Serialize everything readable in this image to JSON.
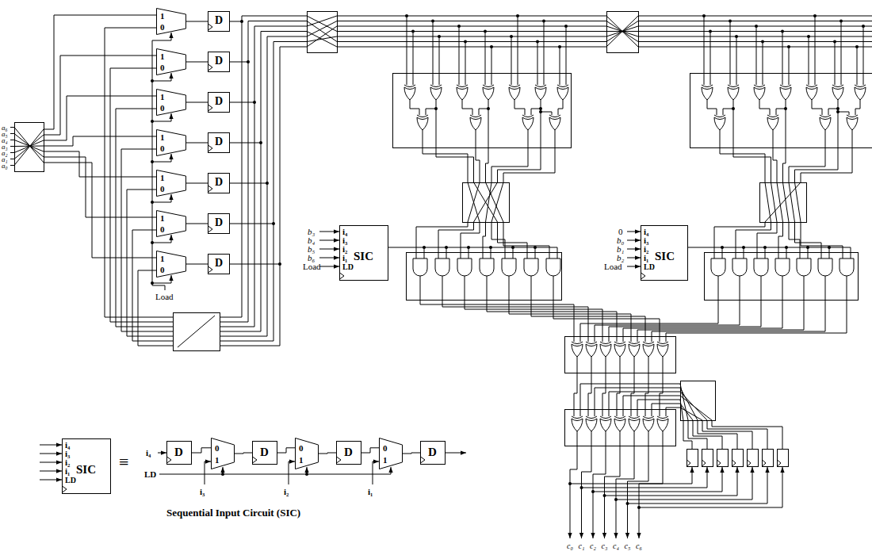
{
  "diagram": {
    "nodes": [
      {
        "text": [
          "1",
          "0"
        ]
      },
      {
        "text": [
          "D"
        ]
      },
      {
        "text": [
          "1",
          "0"
        ]
      },
      {
        "text": [
          "D"
        ]
      },
      {
        "text": [
          "1",
          "0"
        ]
      },
      {
        "text": [
          "D"
        ]
      },
      {
        "text": [
          "1",
          "0"
        ]
      },
      {
        "text": [
          "D"
        ]
      },
      {
        "text": [
          "1",
          "0"
        ]
      },
      {
        "text": [
          "D"
        ]
      },
      {
        "text": [
          "1",
          "0"
        ]
      },
      {
        "text": [
          "D"
        ]
      },
      {
        "text": [
          "1",
          "0"
        ]
      },
      {
        "text": [
          "D"
        ]
      },
      {
        "text": [
          "i₄",
          "i₃",
          "i₂",
          "i₁",
          "SIC",
          "LD"
        ]
      },
      {
        "text": [
          "i₄",
          "i₃",
          "i₂",
          "i₁",
          "SIC",
          "LD"
        ]
      },
      {
        "text": [
          "i₄",
          "i₃",
          "i₂",
          "i₁",
          "SIC",
          "LD"
        ]
      },
      {
        "text": [
          "D"
        ]
      },
      {
        "text": [
          "0",
          "1"
        ]
      },
      {
        "text": [
          "D"
        ]
      },
      {
        "text": [
          "0",
          "1"
        ]
      },
      {
        "text": [
          "D"
        ]
      },
      {
        "text": [
          "0",
          "1"
        ]
      },
      {
        "text": [
          "D"
        ]
      }
    ],
    "edges": [
      {
        "from": 0,
        "to": 1,
        "arrow": "none"
      },
      {
        "from": 2,
        "to": 3,
        "arrow": "none"
      },
      {
        "from": 4,
        "to": 5,
        "arrow": "none"
      },
      {
        "from": 6,
        "to": 7,
        "arrow": "none"
      },
      {
        "from": 8,
        "to": 9,
        "arrow": "none"
      },
      {
        "from": 10,
        "to": 11,
        "arrow": "none"
      },
      {
        "from": 12,
        "to": 13,
        "arrow": "none"
      },
      {
        "from": 17,
        "to": 18,
        "arrow": "none"
      },
      {
        "from": 18,
        "to": 19,
        "arrow": "none"
      },
      {
        "from": 19,
        "to": 20,
        "arrow": "none"
      },
      {
        "from": 20,
        "to": 21,
        "arrow": "none"
      },
      {
        "from": 21,
        "to": 22,
        "arrow": "none"
      },
      {
        "from": 22,
        "to": 23,
        "arrow": "none"
      }
    ],
    "labels": [
      "a₆",
      "a₅",
      "a₄",
      "a₃",
      "a₂",
      "a₁",
      "a₀",
      "Load",
      "b₃",
      "b₄",
      "b₅",
      "b₆",
      "Load",
      "0",
      "b₀",
      "b₁",
      "b₂",
      "Load",
      "≡",
      "i₄",
      "LD",
      "i₃",
      "i₂",
      "i₁",
      "Sequential Input Circuit (SIC)",
      "c₀",
      "c₁",
      "c₂",
      "c₃",
      "c₄",
      "c₅",
      "c₆"
    ]
  }
}
